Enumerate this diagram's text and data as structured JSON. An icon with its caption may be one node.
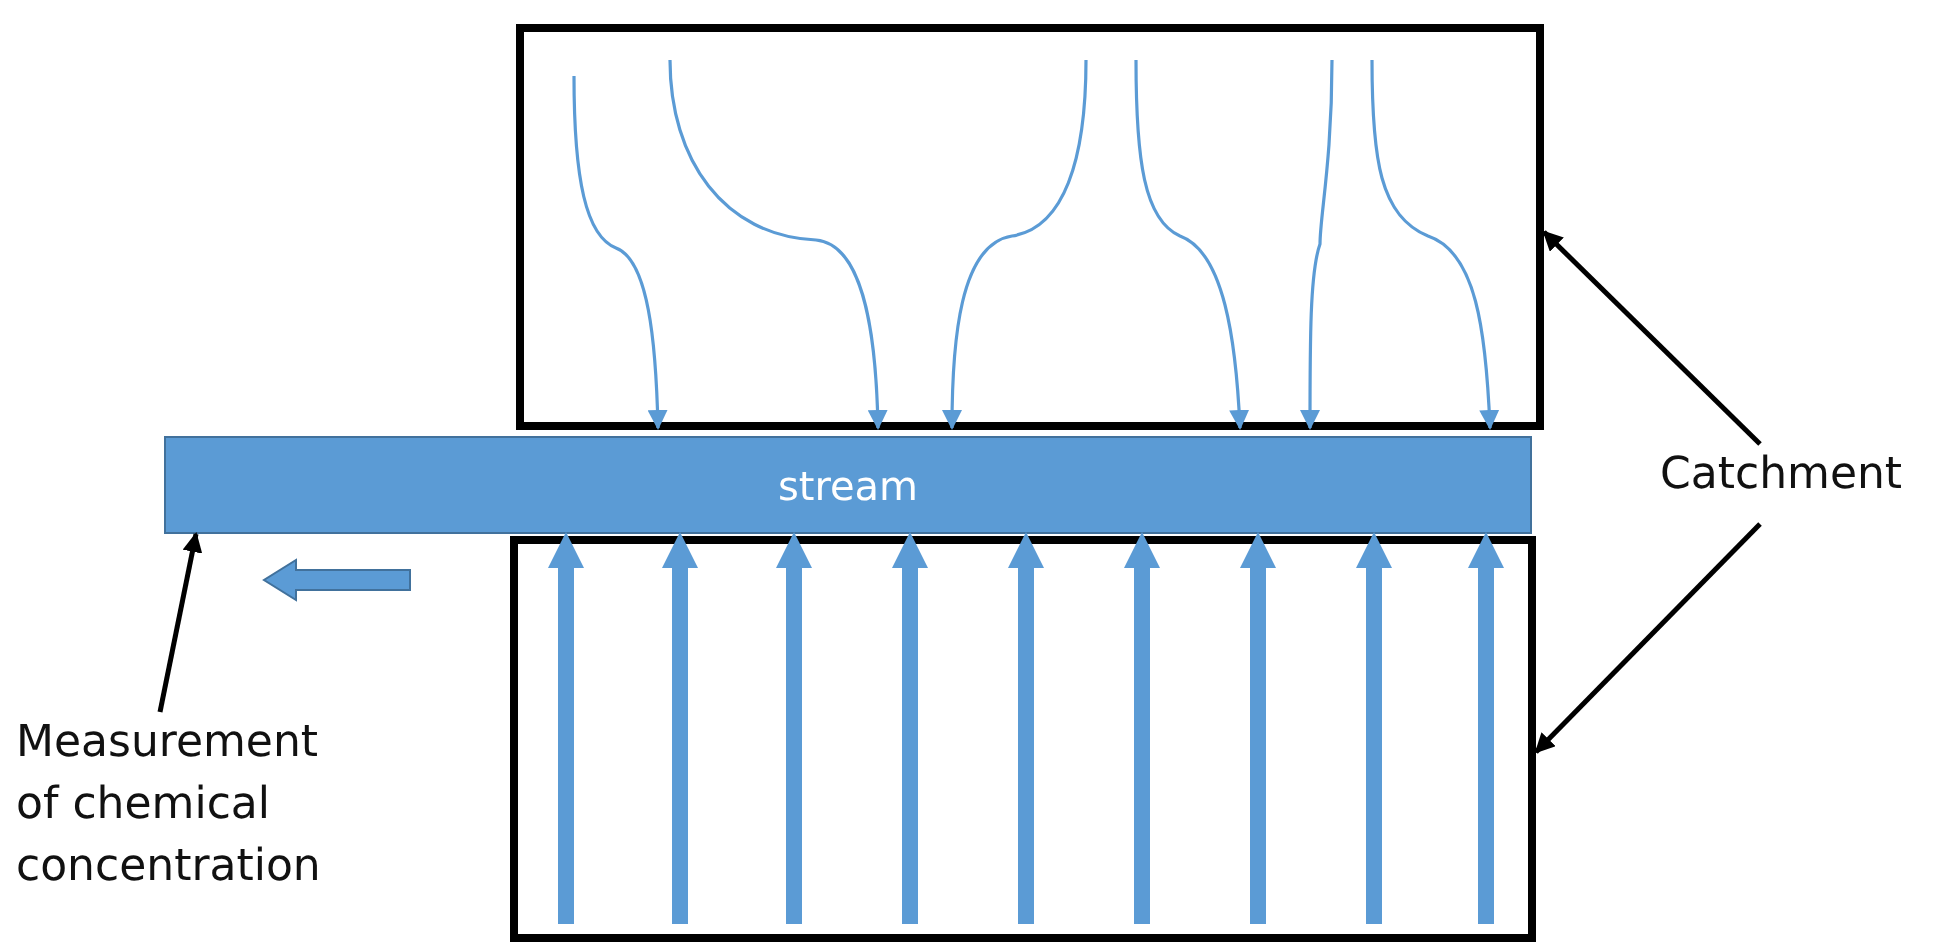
{
  "diagram": {
    "nodes": [
      {
        "text": [],
        "shape": "box"
      },
      {
        "text": [
          "stream"
        ]
      },
      {
        "text": [],
        "shape": "box"
      },
      {
        "text": [
          "Catchment"
        ]
      },
      {
        "text": [
          "Measurement of chemical concentration"
        ]
      }
    ],
    "edges": [
      {
        "from": 3,
        "to": 0,
        "arrow": "to",
        "color": "#000000"
      },
      {
        "from": 3,
        "to": 2,
        "arrow": "to",
        "color": "#000000"
      },
      {
        "from": 4,
        "to": 1,
        "arrow": "to",
        "color": "#000000"
      },
      {
        "from": 0,
        "to": 1,
        "arrow": "to"
      },
      {
        "from": 0,
        "to": 1,
        "arrow": "to"
      },
      {
        "from": 0,
        "to": 1,
        "arrow": "to"
      },
      {
        "from": 0,
        "to": 1,
        "arrow": "to"
      },
      {
        "from": 0,
        "to": 1,
        "arrow": "to"
      },
      {
        "from": 0,
        "to": 1,
        "arrow": "to"
      },
      {
        "from": 2,
        "to": 1,
        "arrow": "to",
        "style": "thick"
      },
      {
        "from": 2,
        "to": 1,
        "arrow": "to",
        "style": "thick"
      },
      {
        "from": 2,
        "to": 1,
        "arrow": "to",
        "style": "thick"
      },
      {
        "from": 2,
        "to": 1,
        "arrow": "to",
        "style": "thick"
      },
      {
        "from": 2,
        "to": 1,
        "arrow": "to",
        "style": "thick"
      },
      {
        "from": 2,
        "to": 1,
        "arrow": "to",
        "style": "thick"
      },
      {
        "from": 2,
        "to": 1,
        "arrow": "to",
        "style": "thick"
      },
      {
        "from": 2,
        "to": 1,
        "arrow": "to",
        "style": "thick"
      },
      {
        "from": 2,
        "to": 1,
        "arrow": "to",
        "style": "thick"
      }
    ]
  }
}
